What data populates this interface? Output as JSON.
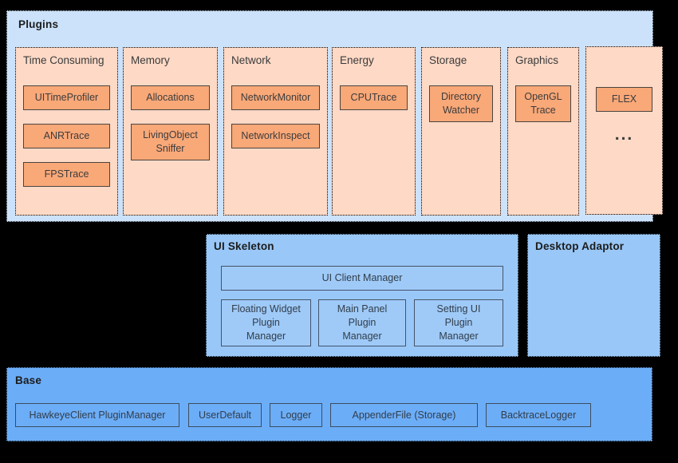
{
  "palette": {
    "page_background": "#000000",
    "plugins_fill": "#cce2fb",
    "plugin_column_fill": "#fdd9c6",
    "plugin_chip_fill": "#f9a878",
    "ui_skeleton_fill": "#99c7f7",
    "base_fill": "#6cadf7",
    "dotted_border": "#000000",
    "chip_border": "#4a443e",
    "blue_box_border": "#44546a"
  },
  "plugins": {
    "title": "Plugins",
    "columns": [
      {
        "title": "Time Consuming",
        "items": [
          {
            "lines": [
              "UITimeProfiler"
            ]
          },
          {
            "lines": [
              "ANRTrace"
            ]
          },
          {
            "lines": [
              "FPSTrace"
            ]
          }
        ]
      },
      {
        "title": "Memory",
        "items": [
          {
            "lines": [
              "Allocations"
            ]
          },
          {
            "lines": [
              "LivingObject",
              "Sniffer"
            ]
          }
        ]
      },
      {
        "title": "Network",
        "items": [
          {
            "lines": [
              "NetworkMonitor"
            ]
          },
          {
            "lines": [
              "NetworkInspect"
            ]
          }
        ]
      },
      {
        "title": "Energy",
        "items": [
          {
            "lines": [
              "CPUTrace"
            ]
          }
        ]
      },
      {
        "title": "Storage",
        "items": [
          {
            "lines": [
              "Directory",
              "Watcher"
            ]
          }
        ]
      },
      {
        "title": "Graphics",
        "items": [
          {
            "lines": [
              "OpenGL",
              "Trace"
            ]
          }
        ]
      },
      {
        "title": "",
        "items": [
          {
            "lines": [
              "FLEX"
            ]
          }
        ],
        "ellipsis": "..."
      }
    ]
  },
  "ui_skeleton": {
    "title": "UI Skeleton",
    "client_manager": "UI Client Manager",
    "managers": [
      {
        "lines": [
          "Floating Widget",
          "Plugin",
          "Manager"
        ]
      },
      {
        "lines": [
          "Main Panel",
          "Plugin",
          "Manager"
        ]
      },
      {
        "lines": [
          "Setting UI",
          "Plugin",
          "Manager"
        ]
      }
    ]
  },
  "desktop_adaptor": {
    "title": "Desktop Adaptor"
  },
  "base": {
    "title": "Base",
    "items": [
      "HawkeyeClient PluginManager",
      "UserDefault",
      "Logger",
      "AppenderFile (Storage)",
      "BacktraceLogger"
    ]
  }
}
